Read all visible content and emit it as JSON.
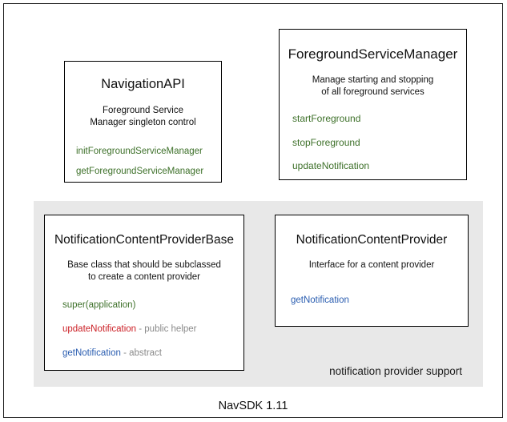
{
  "diagram": {
    "footer_caption": "NavSDK 1.11",
    "group_panel": {
      "label": "notification provider support",
      "background_color": "#e8e8e8"
    },
    "colors": {
      "green": "#3d7029",
      "red": "#cc2127",
      "blue": "#2a5db0",
      "note_gray": "#8a8a8a",
      "border": "#000000"
    },
    "boxes": [
      {
        "title": "NavigationAPI",
        "description_line1": "Foreground Service",
        "description_line2": "Manager singleton control",
        "methods": [
          {
            "name": "initForegroundServiceManager",
            "note": ""
          },
          {
            "name": "getForegroundServiceManager",
            "note": ""
          }
        ]
      },
      {
        "title": "ForegroundServiceManager",
        "description_line1": "Manage starting and stopping",
        "description_line2": "of all foreground services",
        "methods": [
          {
            "name": "startForeground",
            "note": ""
          },
          {
            "name": "stopForeground",
            "note": ""
          },
          {
            "name": "updateNotification",
            "note": ""
          }
        ]
      },
      {
        "title": "NotificationContentProviderBase",
        "description_line1": "Base class that should be subclassed",
        "description_line2": "to create a content provider",
        "methods": [
          {
            "name": "super(application)",
            "note": ""
          },
          {
            "name": "updateNotification",
            "note": " - public helper"
          },
          {
            "name": "getNotification",
            "note": " - abstract"
          }
        ]
      },
      {
        "title": "NotificationContentProvider",
        "description_line1": "Interface for a content provider",
        "description_line2": "",
        "methods": [
          {
            "name": "getNotification",
            "note": ""
          }
        ]
      }
    ]
  }
}
